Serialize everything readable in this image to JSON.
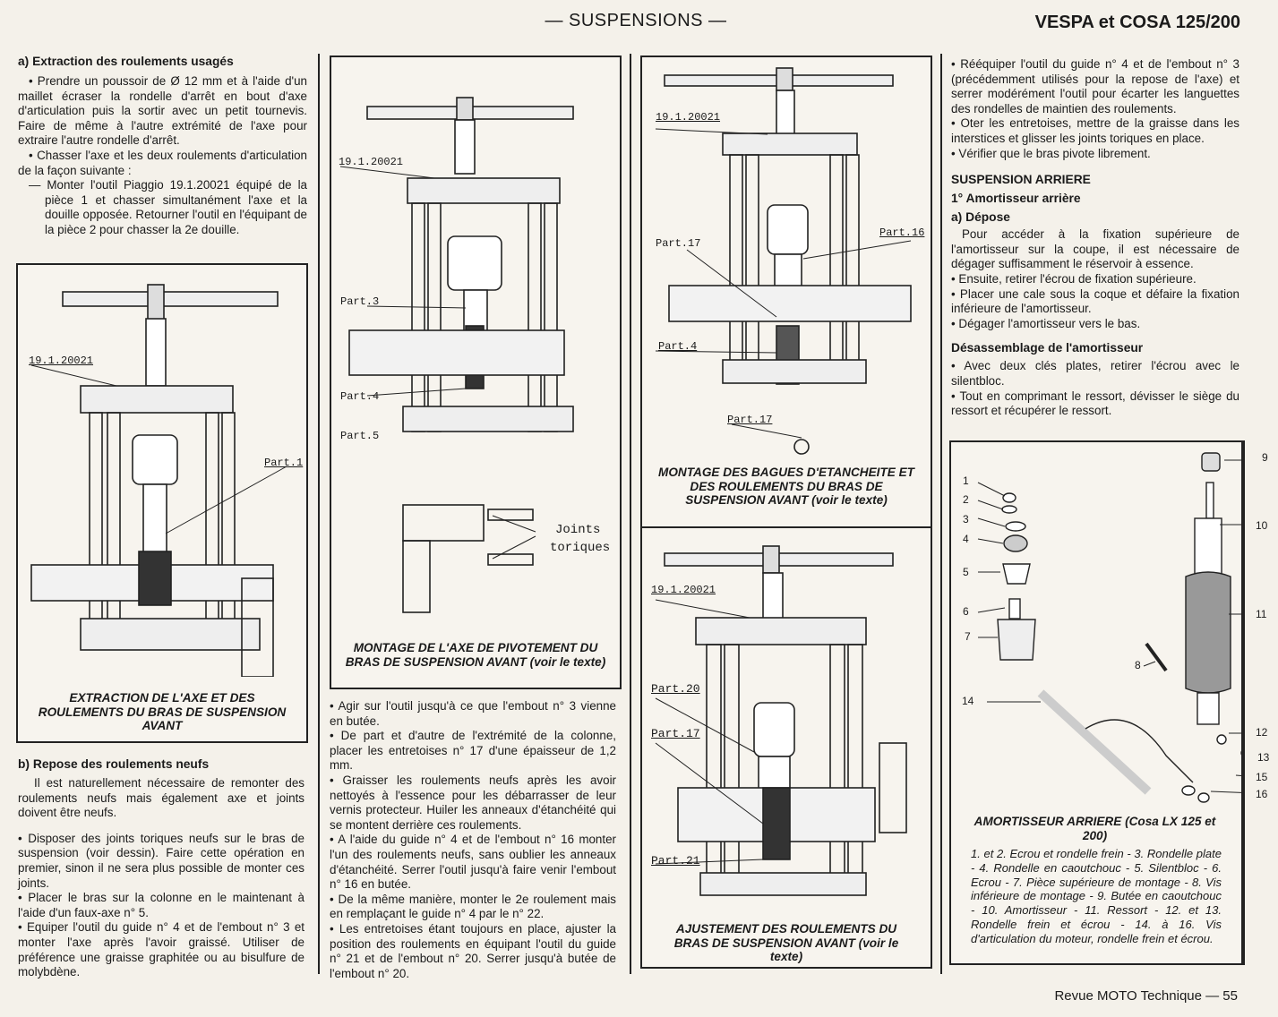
{
  "header": {
    "section": "— SUSPENSIONS —",
    "model": "VESPA et COSA 125/200"
  },
  "footer": {
    "text": "Revue MOTO Technique — 55"
  },
  "col1": {
    "heading_a": "a) Extraction des roulements usagés",
    "p1": "• Prendre un poussoir de Ø 12 mm et à l'aide d'un maillet écraser la rondelle d'arrêt en bout d'axe d'articulation puis la sortir avec un petit tournevis. Faire de même à l'autre extrémité de l'axe pour extraire l'autre rondelle d'arrêt.",
    "p2": "• Chasser l'axe et les deux roulements d'articulation de la façon suivante :",
    "p3": "— Monter l'outil Piaggio 19.1.20021 équipé de la pièce 1 et chasser simultanément l'axe et la douille opposée. Retourner l'outil en l'équipant de la pièce 2 pour chasser la 2e douille.",
    "fig_caption": "EXTRACTION DE L'AXE ET DES ROULEMENTS DU BRAS DE SUSPENSION AVANT",
    "fig_labels": {
      "tool": "19.1.20021",
      "part1": "Part.1"
    },
    "heading_b": "b) Repose des roulements neufs",
    "p4": "Il est naturellement nécessaire de remonter des roulements neufs mais également axe et joints doivent être neufs.",
    "p5": "• Disposer des joints toriques neufs sur le bras de suspension (voir dessin). Faire cette opération en premier, sinon il ne sera plus possible de monter ces joints.",
    "p6": "• Placer le bras sur la colonne en le maintenant à l'aide d'un faux-axe n° 5.",
    "p7": "• Equiper l'outil du guide n° 4 et de l'embout n° 3 et monter l'axe après l'avoir graissé. Utiliser de préférence une graisse graphitée ou au bisulfure de molybdène."
  },
  "col2": {
    "fig_caption": "MONTAGE DE L'AXE DE PIVOTEMENT DU BRAS DE SUSPENSION AVANT (voir le texte)",
    "fig_labels": {
      "tool": "19.1.20021",
      "part3": "Part.3",
      "part4": "Part.4",
      "part5": "Part.5",
      "joints1": "Joints",
      "joints2": "toriques"
    },
    "p1": "• Agir sur l'outil jusqu'à ce que l'embout n° 3 vienne en butée.",
    "p2": "• De part et d'autre de l'extrémité de la colonne, placer les entretoises n° 17 d'une épaisseur de 1,2 mm.",
    "p3": "• Graisser les roulements neufs après les avoir nettoyés à l'essence pour les débarrasser de leur vernis protecteur. Huiler les anneaux d'étanchéité qui se montent derrière ces roulements.",
    "p4": "• A l'aide du guide n° 4 et de l'embout n° 16 monter l'un des roulements neufs, sans oublier les anneaux d'étanchéité. Serrer l'outil jusqu'à faire venir l'embout n° 16 en butée.",
    "p5": "• De la même manière, monter le 2e roulement mais en remplaçant le guide n° 4 par le n° 22.",
    "p6": "• Les entretoises étant toujours en place, ajuster la position des roulements en équipant l'outil du guide n° 21 et de l'embout n° 20. Serrer jusqu'à butée de l'embout n° 20."
  },
  "col3": {
    "fig1_caption": "MONTAGE DES BAGUES D'ETANCHEITE ET DES ROULEMENTS DU BRAS DE SUSPENSION AVANT (voir le texte)",
    "fig1_labels": {
      "tool": "19.1.20021",
      "part16": "Part.16",
      "part17": "Part.17",
      "part4": "Part.4",
      "part17b": "Part.17"
    },
    "fig2_caption": "AJUSTEMENT DES ROULEMENTS DU BRAS DE SUSPENSION AVANT (voir le texte)",
    "fig2_labels": {
      "tool": "19.1.20021",
      "part20": "Part.20",
      "part17": "Part.17",
      "part21": "Part.21"
    }
  },
  "col4": {
    "p1": "• Rééquiper l'outil du guide n° 4 et de l'embout n° 3 (précédemment utilisés pour la repose de l'axe) et serrer modérément l'outil pour écarter les languettes des rondelles de maintien des roulements.",
    "p2": "• Oter les entretoises, mettre de la graisse dans les interstices et glisser les joints toriques en place.",
    "p3": "• Vérifier que le bras pivote librement.",
    "heading1": "SUSPENSION ARRIERE",
    "heading2": "1° Amortisseur arrière",
    "heading3": "a) Dépose",
    "p4": "Pour accéder à la fixation supérieure de l'amortisseur sur la coupe, il est nécessaire de dégager suffisamment le réservoir à essence.",
    "p5": "• Ensuite, retirer l'écrou de fixation supérieure.",
    "p6": "• Placer une cale sous la coque et défaire la fixation inférieure de l'amortisseur.",
    "p7": "• Dégager l'amortisseur vers le bas.",
    "heading4": "Désassemblage de l'amortisseur",
    "p8": "• Avec deux clés plates, retirer l'écrou avec le silentbloc.",
    "p9": "• Tout en comprimant le ressort, dévisser le siège du ressort et récupérer le ressort.",
    "fig_caption": "AMORTISSEUR ARRIERE (Cosa LX 125 et 200)",
    "fig_legend": "1. et 2. Ecrou et rondelle frein - 3. Rondelle plate - 4. Rondelle en caoutchouc - 5. Silentbloc - 6. Ecrou - 7. Pièce supérieure de montage - 8. Vis inférieure de montage - 9. Butée en caoutchouc - 10. Amortisseur - 11. Ressort - 12. et 13. Rondelle frein et écrou - 14. à 16. Vis d'articulation du moteur, rondelle frein et écrou.",
    "fig_numbers": [
      "1",
      "2",
      "3",
      "4",
      "5",
      "6",
      "7",
      "8",
      "9",
      "10",
      "11",
      "12",
      "13",
      "14",
      "15",
      "16"
    ]
  }
}
